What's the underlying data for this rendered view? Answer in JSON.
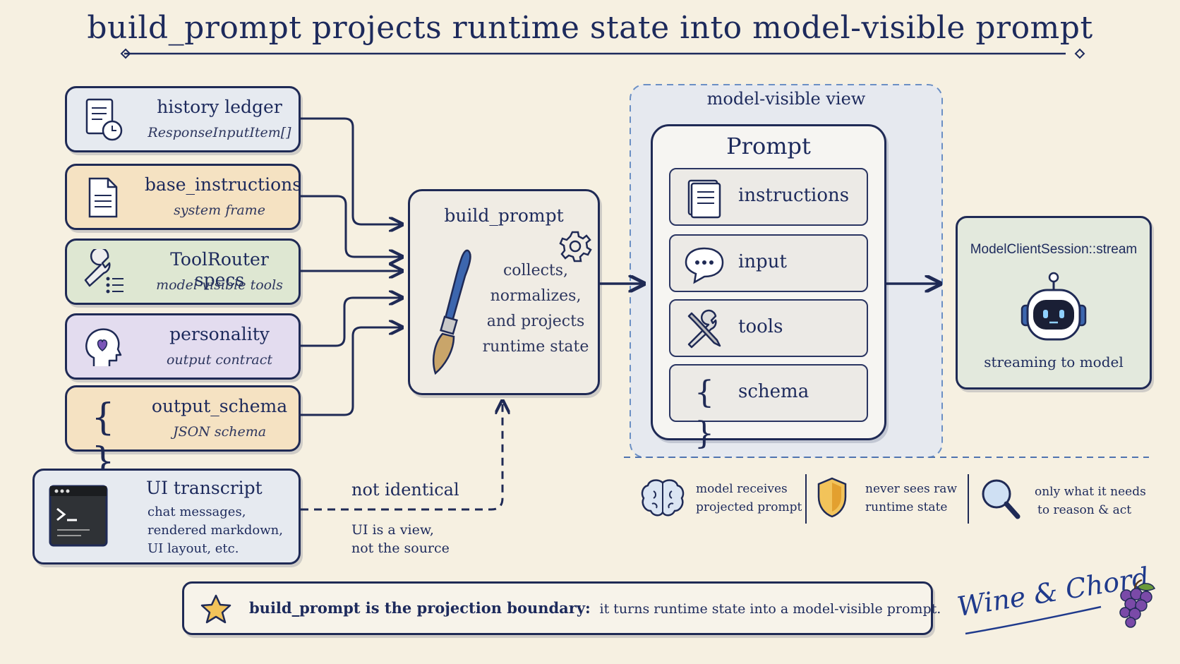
{
  "title": "build_prompt projects runtime state into model-visible prompt",
  "sources": [
    {
      "title": "history ledger",
      "subtitle": "ResponseInputItem[]",
      "icon": "history-ledger-icon",
      "color": "#e6eaf0"
    },
    {
      "title": "base_instructions",
      "subtitle": "system frame",
      "icon": "document-icon",
      "color": "#f5e2c2"
    },
    {
      "title": "ToolRouter specs",
      "subtitle": "model-visible tools",
      "icon": "wrench-list-icon",
      "color": "#dee7d2"
    },
    {
      "title": "personality",
      "subtitle": "output contract",
      "icon": "head-heart-icon",
      "color": "#e3dcef"
    },
    {
      "title": "output_schema",
      "subtitle": "JSON schema",
      "icon": "braces-icon",
      "color": "#f5e2c2"
    }
  ],
  "transcript": {
    "title": "UI transcript",
    "lines": [
      "chat messages,",
      "rendered markdown,",
      "UI layout, etc."
    ],
    "icon": "terminal-icon"
  },
  "not_identical": {
    "label": "not identical",
    "note_lines": [
      "UI is a view,",
      "not the source"
    ]
  },
  "build": {
    "title": "build_prompt",
    "desc_lines": [
      "collects,",
      "normalizes,",
      "and projects",
      "runtime state"
    ],
    "icons": [
      "paintbrush-icon",
      "gear-icon"
    ]
  },
  "view": {
    "label": "model-visible view",
    "prompt_title": "Prompt",
    "rows": [
      {
        "label": "instructions",
        "icon": "book-icon"
      },
      {
        "label": "input",
        "icon": "chat-bubble-icon"
      },
      {
        "label": "tools",
        "icon": "tools-icon"
      },
      {
        "label": "schema",
        "icon": "braces-icon"
      }
    ]
  },
  "client": {
    "title": "ModelClientSession::stream",
    "caption": "streaming to model",
    "icon": "robot-icon"
  },
  "facts": [
    {
      "lines": [
        "model receives",
        "projected prompt"
      ],
      "icon": "brain-icon"
    },
    {
      "lines": [
        "never sees raw",
        "runtime state"
      ],
      "icon": "shield-icon"
    },
    {
      "lines": [
        "only what it needs",
        "to reason & act"
      ],
      "icon": "magnifier-icon"
    }
  ],
  "footer": {
    "bold": "build_prompt is the projection boundary:",
    "rest": "it turns runtime state into a model-visible prompt.",
    "icon": "star-icon"
  },
  "brand": {
    "name": "Wine & Chord",
    "icon": "grapes-icon"
  },
  "colors": {
    "ink": "#1f2a55",
    "accent": "#2a4a8c",
    "panel": "#e6e9ef",
    "client": "#e3e9dd"
  }
}
